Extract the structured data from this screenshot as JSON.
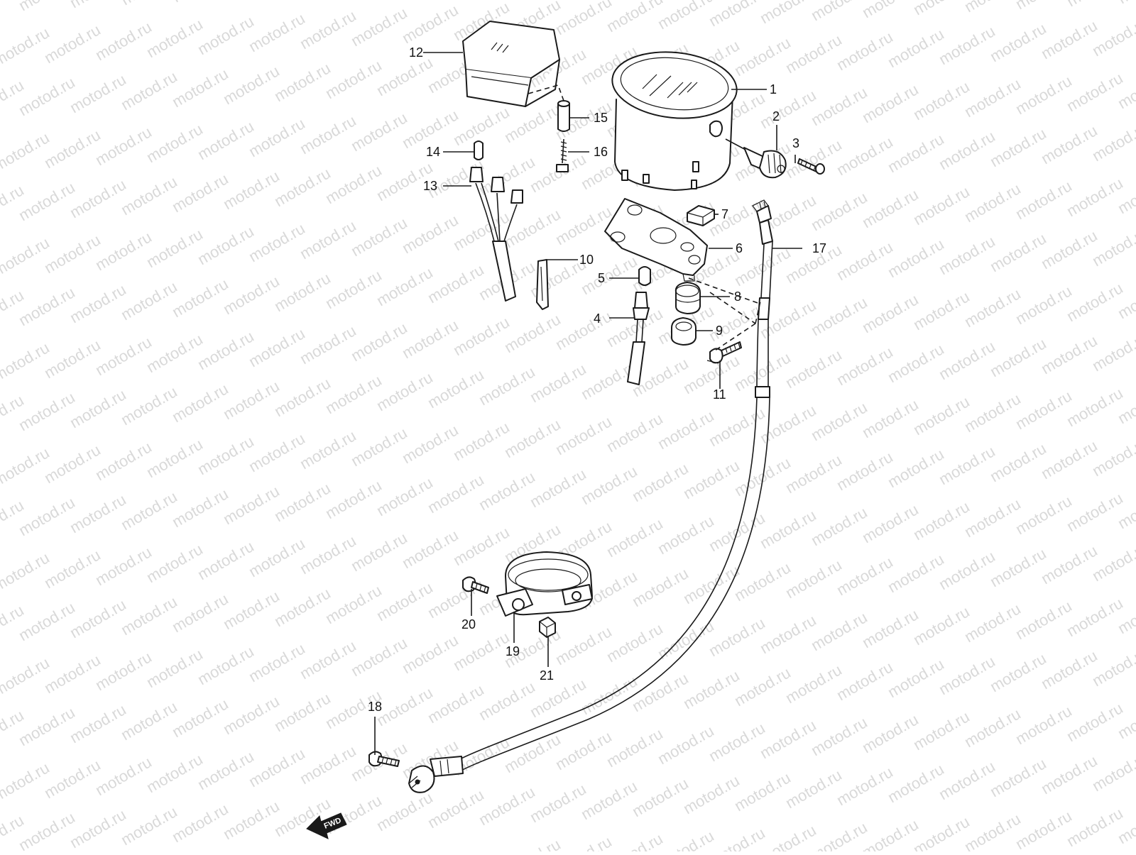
{
  "watermark": "motod.ru",
  "fwd_label": "FWD",
  "callouts": {
    "c1": "1",
    "c2": "2",
    "c3": "3",
    "c4": "4",
    "c5": "5",
    "c6": "6",
    "c7": "7",
    "c8": "8",
    "c9": "9",
    "c10": "10",
    "c11": "11",
    "c12": "12",
    "c13": "13",
    "c14": "14",
    "c15": "15",
    "c16": "16",
    "c17": "17",
    "c18": "18",
    "c19": "19",
    "c20": "20",
    "c21": "21"
  },
  "colors": {
    "line": "#1a1a1a",
    "watermark": "#d9d9d9",
    "background": "#ffffff"
  }
}
